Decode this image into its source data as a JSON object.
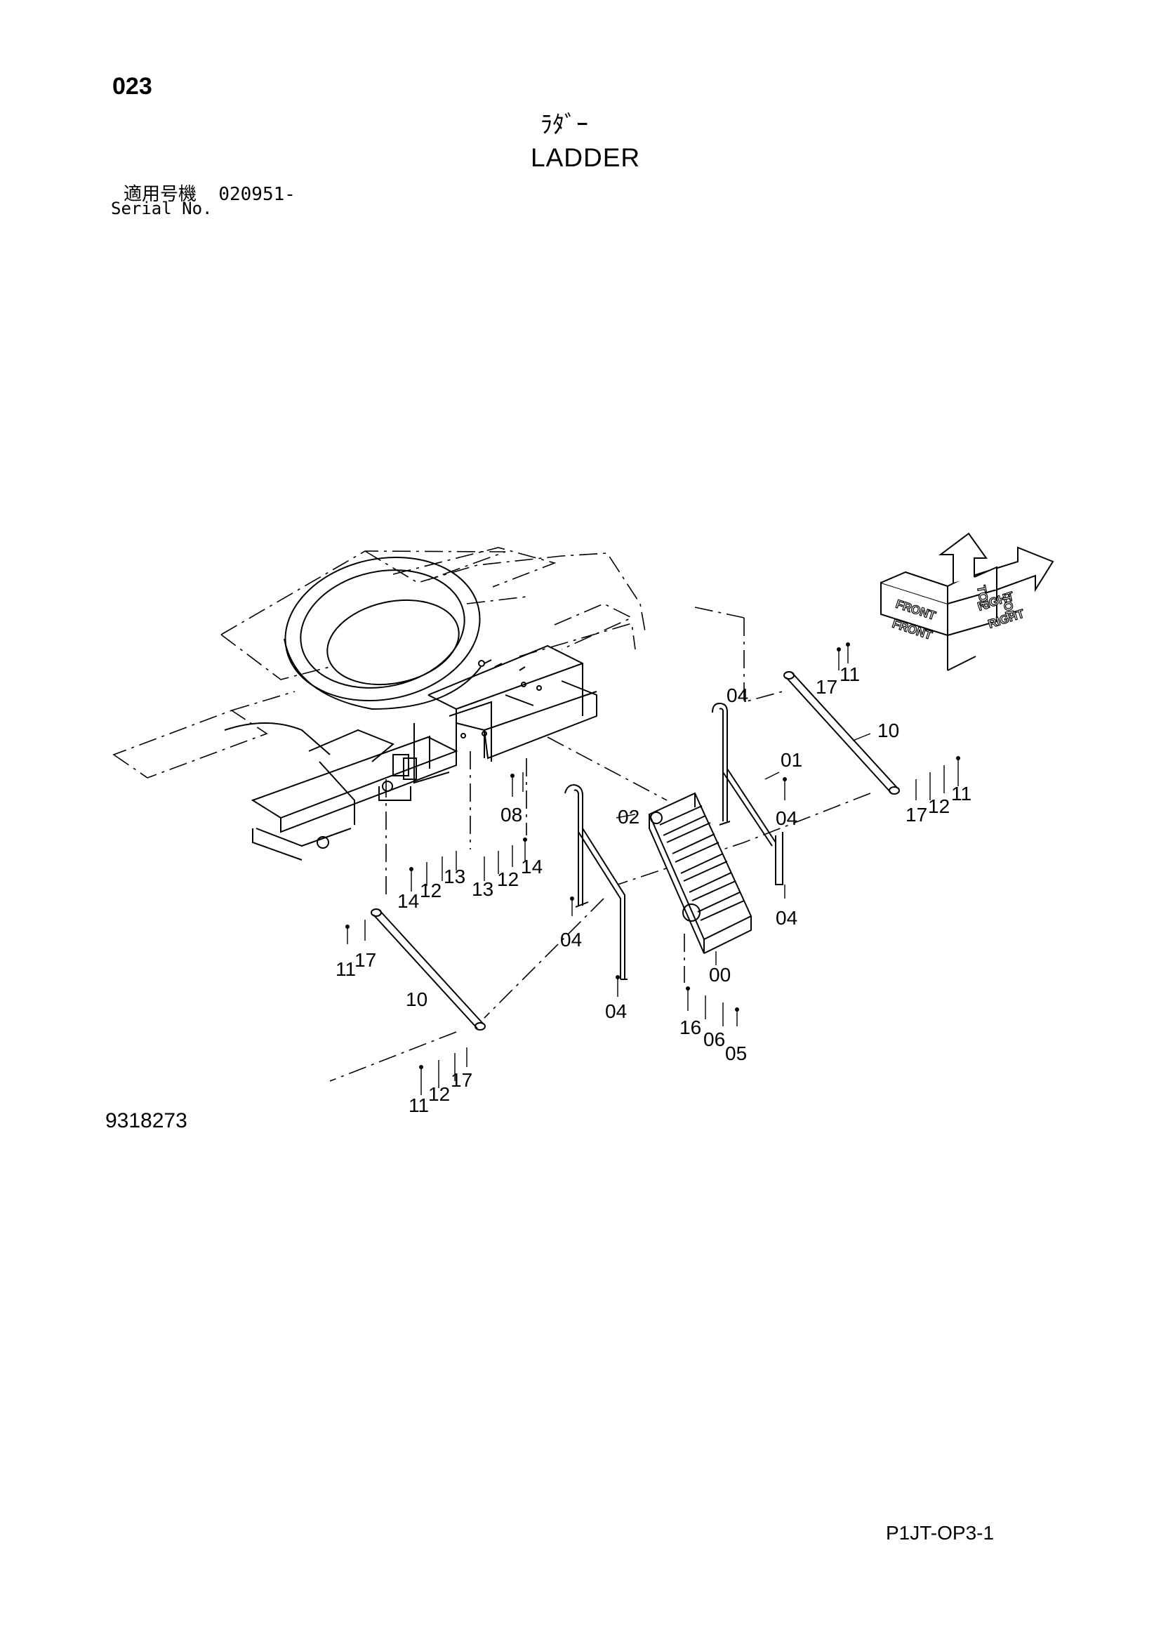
{
  "page_number": "023",
  "title_jp": "ﾗﾀﾞｰ",
  "title_en": "LADDER",
  "serial_label_jp": "適用号機",
  "serial_value": "020951-",
  "serial_label_en": "Serial No.",
  "drawing_number": "9318273",
  "sheet_code": "P1JT-OP3-1",
  "orientation": {
    "front": "FRONT",
    "top": "TOP",
    "right": "RIGHT"
  },
  "callouts": [
    "00",
    "01",
    "02",
    "04",
    "04",
    "04",
    "04",
    "04",
    "05",
    "06",
    "08",
    "10",
    "10",
    "11",
    "11",
    "11",
    "11",
    "12",
    "12",
    "12",
    "12",
    "13",
    "13",
    "14",
    "14",
    "16",
    "17",
    "17",
    "17",
    "17"
  ]
}
